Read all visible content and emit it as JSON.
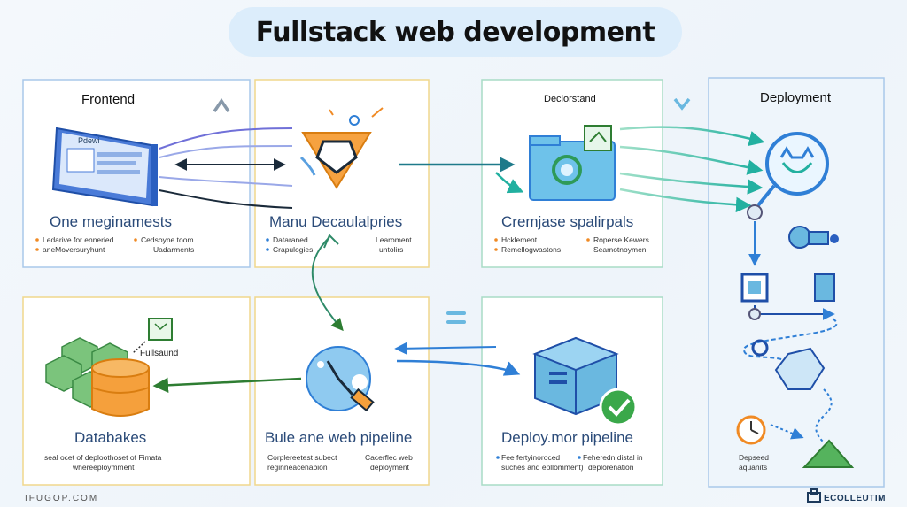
{
  "title": "Fullstack web development",
  "panels": {
    "frontend": {
      "header": "Frontend",
      "subtitle": "One meginamests",
      "notes": [
        "Ledarive for enneried",
        "aneMoversuryhunt",
        "Cedsoyne toom",
        "Uadarments"
      ]
    },
    "middle_top": {
      "subtitle": "Manu Decaulalpries",
      "notes": [
        "Dataraned",
        "Crapulogies",
        "Learoment",
        "untolirs"
      ]
    },
    "backend": {
      "header": "Declorstand",
      "subtitle": "Cremjase spalirpals",
      "notes": [
        "Hcklement",
        "Remellogwastons",
        "Roperse Kewers",
        "Seamotnoymen"
      ]
    },
    "deployment": {
      "header": "Deployment",
      "notes": [
        "Depseed",
        "aquanits"
      ]
    },
    "database": {
      "label": "Fullsaund",
      "subtitle": "Databakes",
      "notes": [
        "seal ocet of deploothoset of Fimata",
        "whereeploymment"
      ]
    },
    "pipeline": {
      "subtitle": "Bule ane web pipeline",
      "notes": [
        "Corplereetest subect",
        "reginneacenabion",
        "Cacerflec web",
        "deployment"
      ]
    },
    "deploy_pipeline": {
      "subtitle": "Deploy.mor pipeline",
      "notes": [
        "Fee fertyinoroced",
        "suches and epllomment)",
        "Feheredn distal in",
        "deplorenation"
      ]
    }
  },
  "mockup_label": "Pdewi",
  "footer_left": "IFUGOP.COM",
  "footer_right": "ECOLLEUTIM",
  "colors": {
    "title_bg": "#dcedfb",
    "accent_blue": "#2f7fd6",
    "accent_orange": "#f08a24",
    "accent_green": "#3aa84a",
    "panel_border_blue": "#a9c8ea",
    "panel_border_yellow": "#f0d78c",
    "panel_border_green": "#a8dcc6"
  }
}
